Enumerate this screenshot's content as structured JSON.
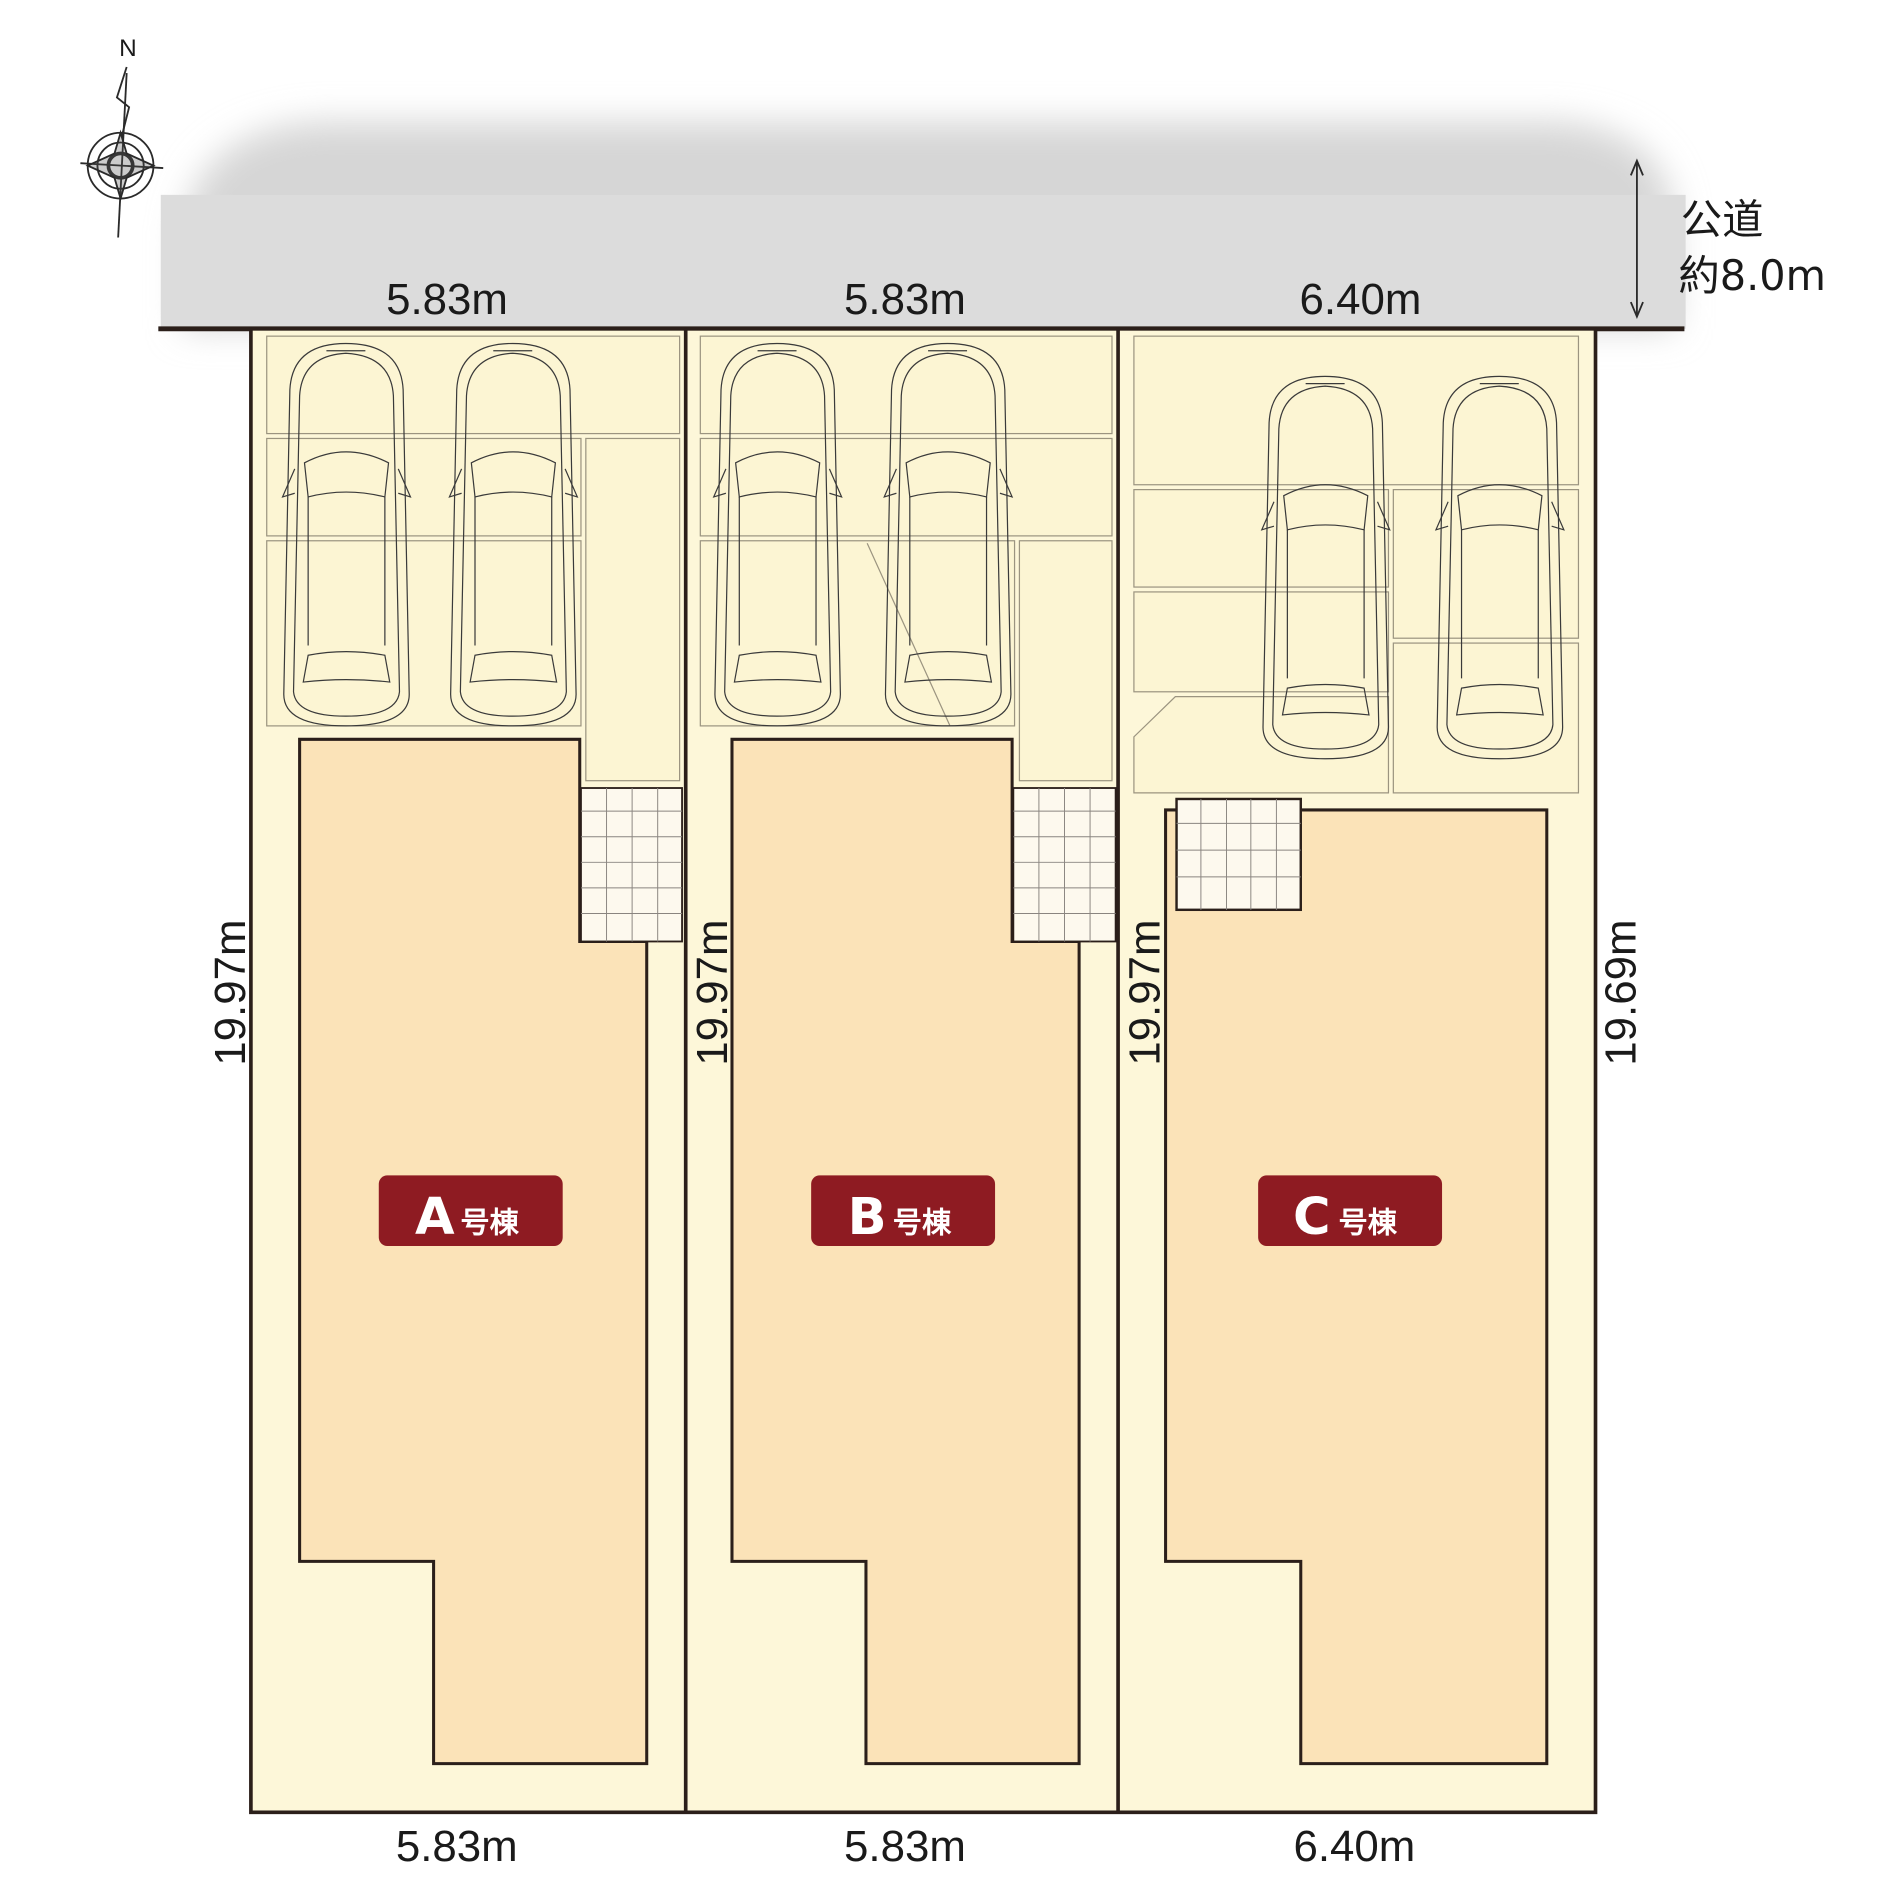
{
  "road": {
    "name": "公道",
    "width": "約8.0m"
  },
  "compass": {
    "north_label": "N"
  },
  "frontage": [
    "5.83m",
    "5.83m",
    "6.40m"
  ],
  "rear": [
    "5.83m",
    "5.83m",
    "6.40m"
  ],
  "depths": [
    "19.97m",
    "19.97m",
    "19.97m",
    "19.69m"
  ],
  "lots": [
    {
      "letter": "A",
      "suffix": "号棟"
    },
    {
      "letter": "B",
      "suffix": "号棟"
    },
    {
      "letter": "C",
      "suffix": "号棟"
    }
  ],
  "colors": {
    "badge": "#8e1b22",
    "lot": "#fdf7d9",
    "building": "#fbe3b8",
    "road": "#dcdcdc",
    "line": "#2b1f1a"
  }
}
